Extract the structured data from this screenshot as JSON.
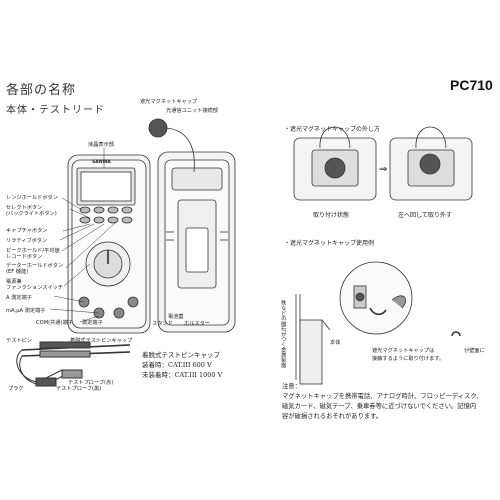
{
  "header": {
    "title": "各部の名称",
    "subtitle": "本体・テストリード",
    "model": "PC710"
  },
  "meter": {
    "brand": "SANWA",
    "labels_left": [
      "レンジホールドボタン",
      "セレクトボタン",
      "(バックライトボタン)",
      "キャプチャボタン",
      "リラティブボタン",
      "ピークホールド/平均値",
      "レコードボタン",
      "データーホールドボタン",
      "(EF 機能)",
      "電源兼",
      "ファンクションスイッチ",
      "A 測定端子",
      "mA,μA 測定端子",
      "COM(共通)端子"
    ],
    "label_display": "液晶表示部",
    "label_measure_terminal": "測定端子",
    "label_battery": "電池蓋",
    "label_stand": "スタンド",
    "label_holster": "ホルスター",
    "label_magnet_cap": "遮光マグネットキャップ",
    "label_optical_unit": "光通信ユニット接続部"
  },
  "testlead": {
    "label_cap": "テストピン",
    "label_attach_cap": "着脱式テストピンキャップ",
    "label_plug": "プラグ",
    "label_probe_red": "テストプローブ(赤)",
    "label_probe_black": "テストプローブ(黒)",
    "cap_title": "着脱式テストピンキャップ",
    "cap_on": "装着時：CAT.III 600 V",
    "cap_off": "未装着時：CAT.III 1000 V"
  },
  "right": {
    "section1_title": "・遮光マグネットキャップの外し方",
    "caption_left": "取り付け状態",
    "caption_right": "左へ回して取り外す",
    "arrow": "⇒",
    "section2_title": "・遮光マグネットキャップ使用例",
    "label_body": "本体",
    "label_steel": "鉄などの磁石がつく金属製面",
    "usage_note_1": "遮光マグネットキャップは",
    "usage_note_2": "が壁面に",
    "usage_note_3": "接触するように取り付けます。"
  },
  "notes": {
    "heading": "注意：",
    "lines": [
      "マグネットキャップを携帯電話、アナログ時計、フロッピーディスク、",
      "磁気カード、磁気テープ、乗車券等に近づけないでください。記憶内",
      "容が破損されるおそれがあります。"
    ]
  }
}
